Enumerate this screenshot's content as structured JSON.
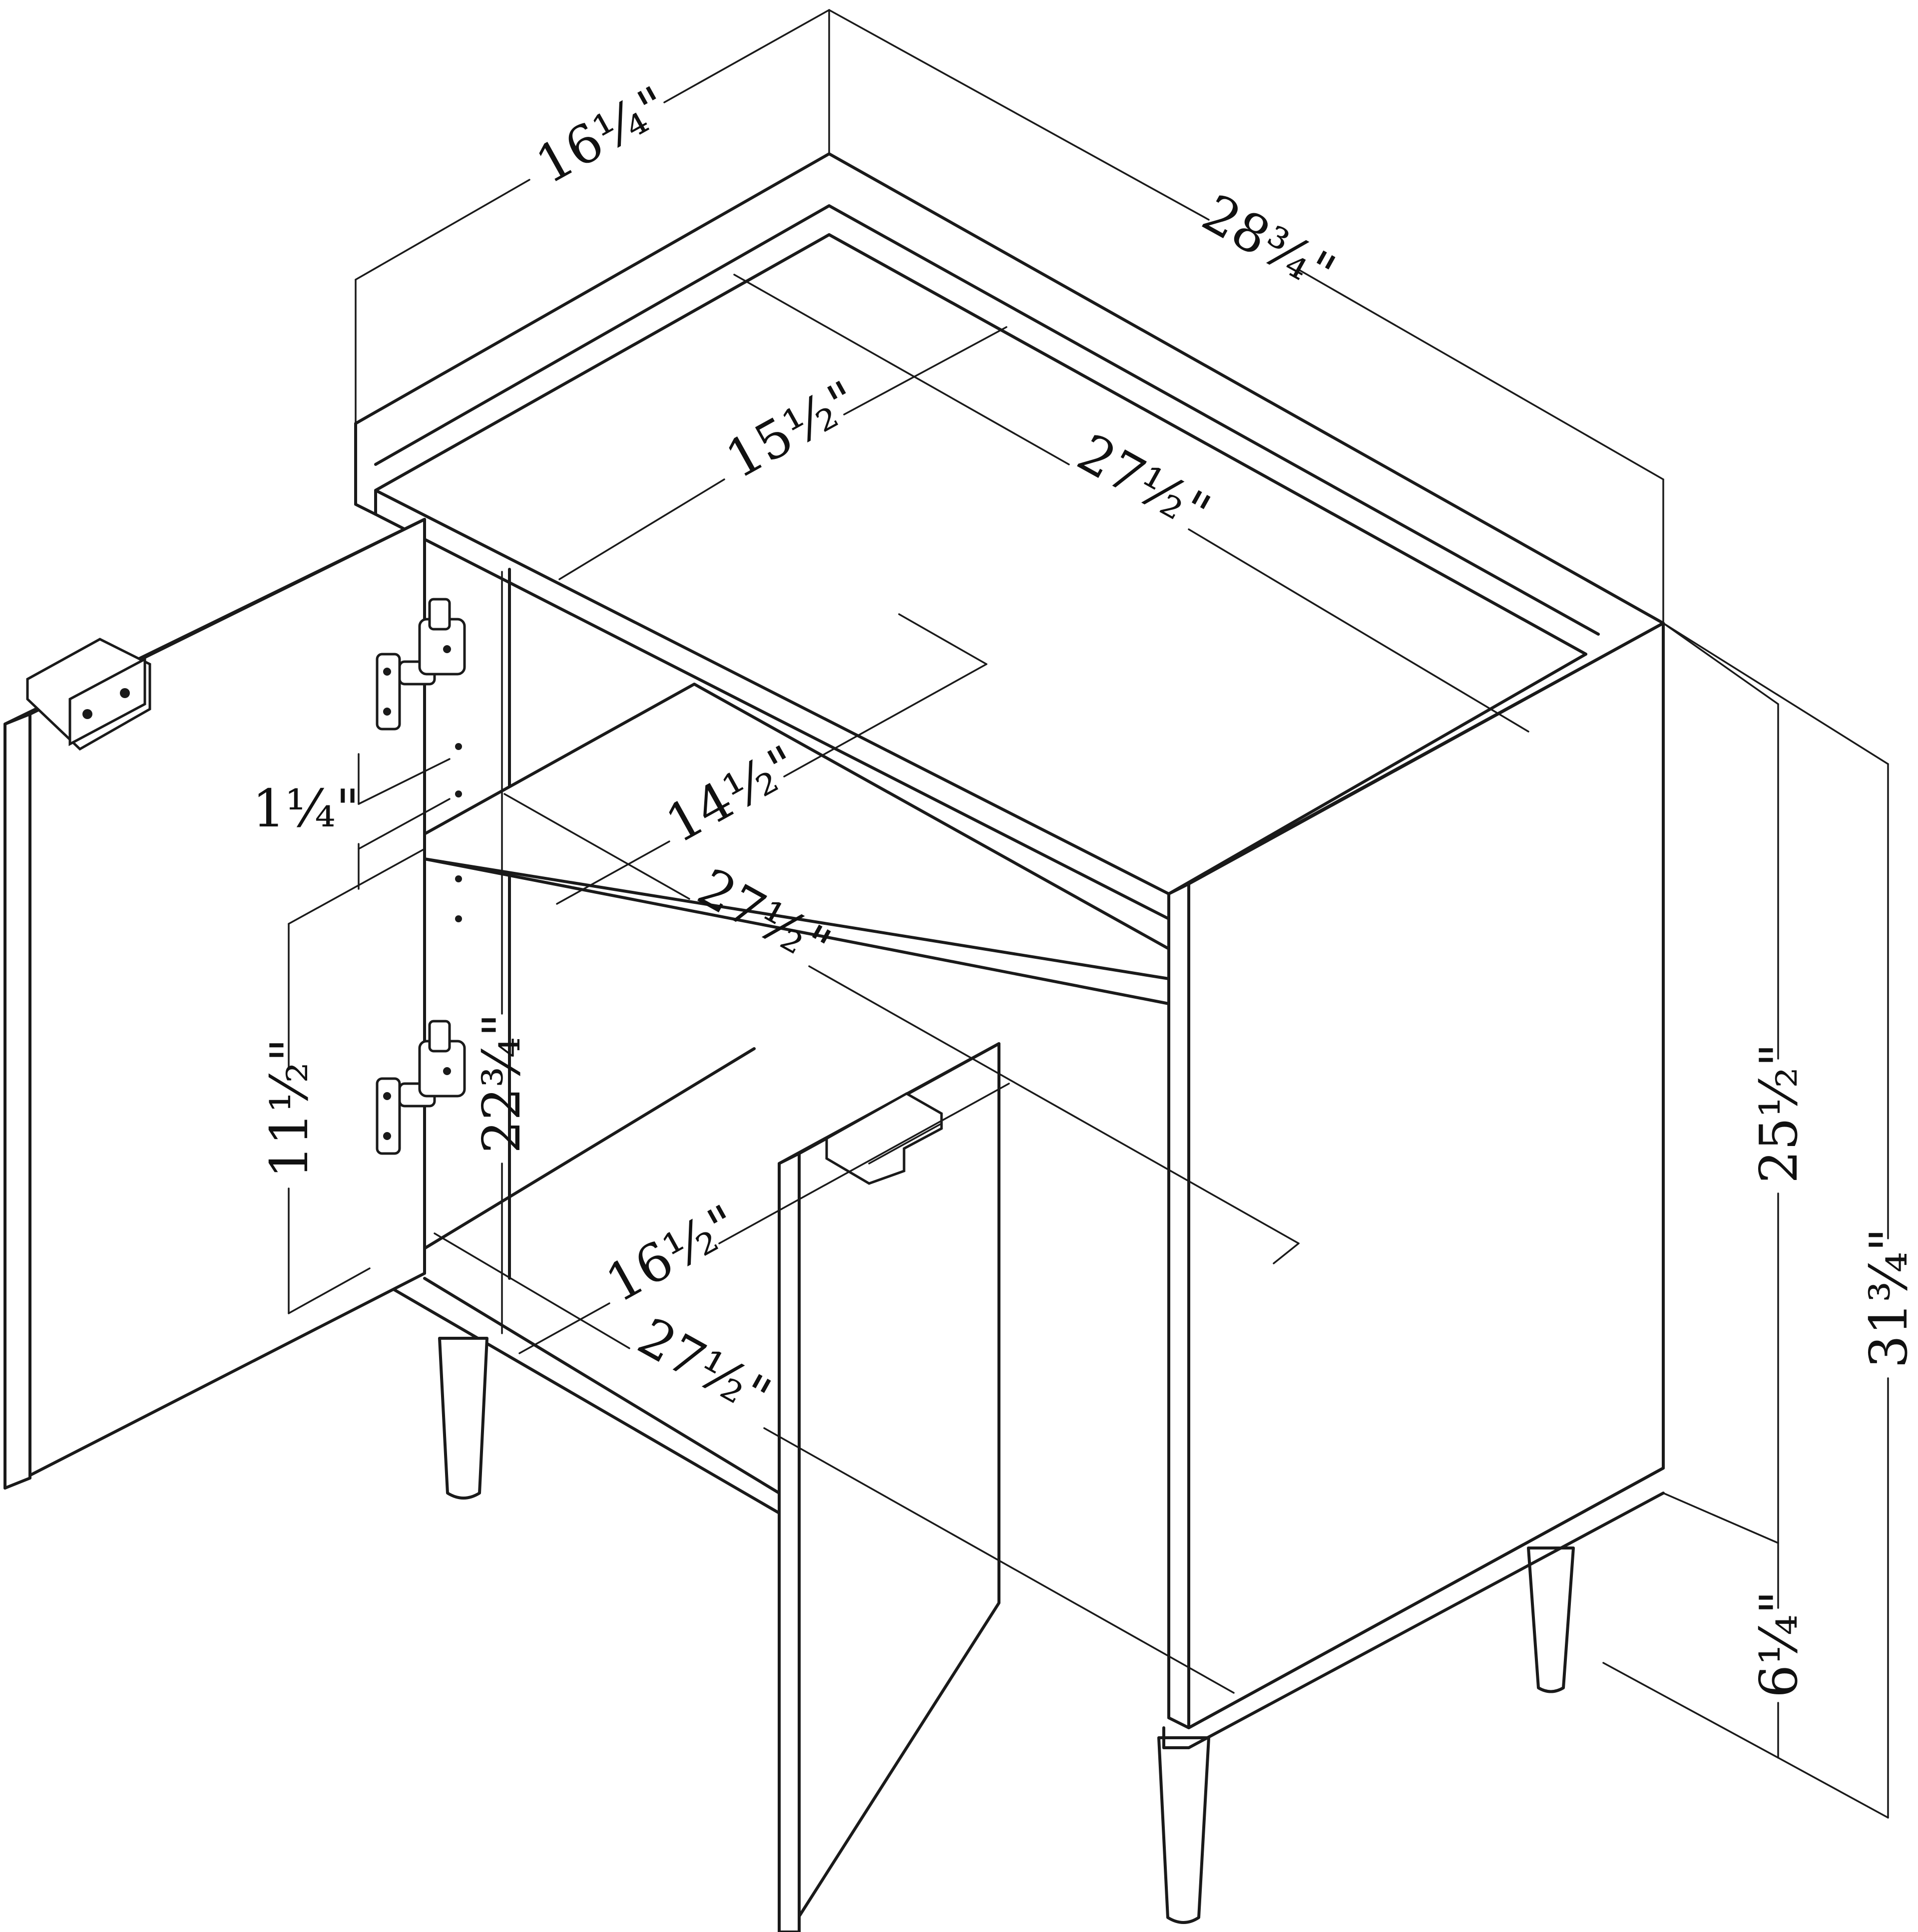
{
  "diagram": {
    "dimensions": {
      "overall_depth": "16¼\"",
      "overall_width": "28¾\"",
      "top_interior_depth": "15½\"",
      "top_interior_width": "27½\"",
      "shelf_depth": "14½\"",
      "shelf_width": "27½\"",
      "bottom_depth": "16½\"",
      "bottom_width": "27½\"",
      "hinge_spacing": "1¼\"",
      "shelf_opening_height": "11½\"",
      "interior_height": "22¾\"",
      "cabinet_body_height": "25½\"",
      "leg_height": "6¼\"",
      "overall_height": "31¾\""
    }
  }
}
